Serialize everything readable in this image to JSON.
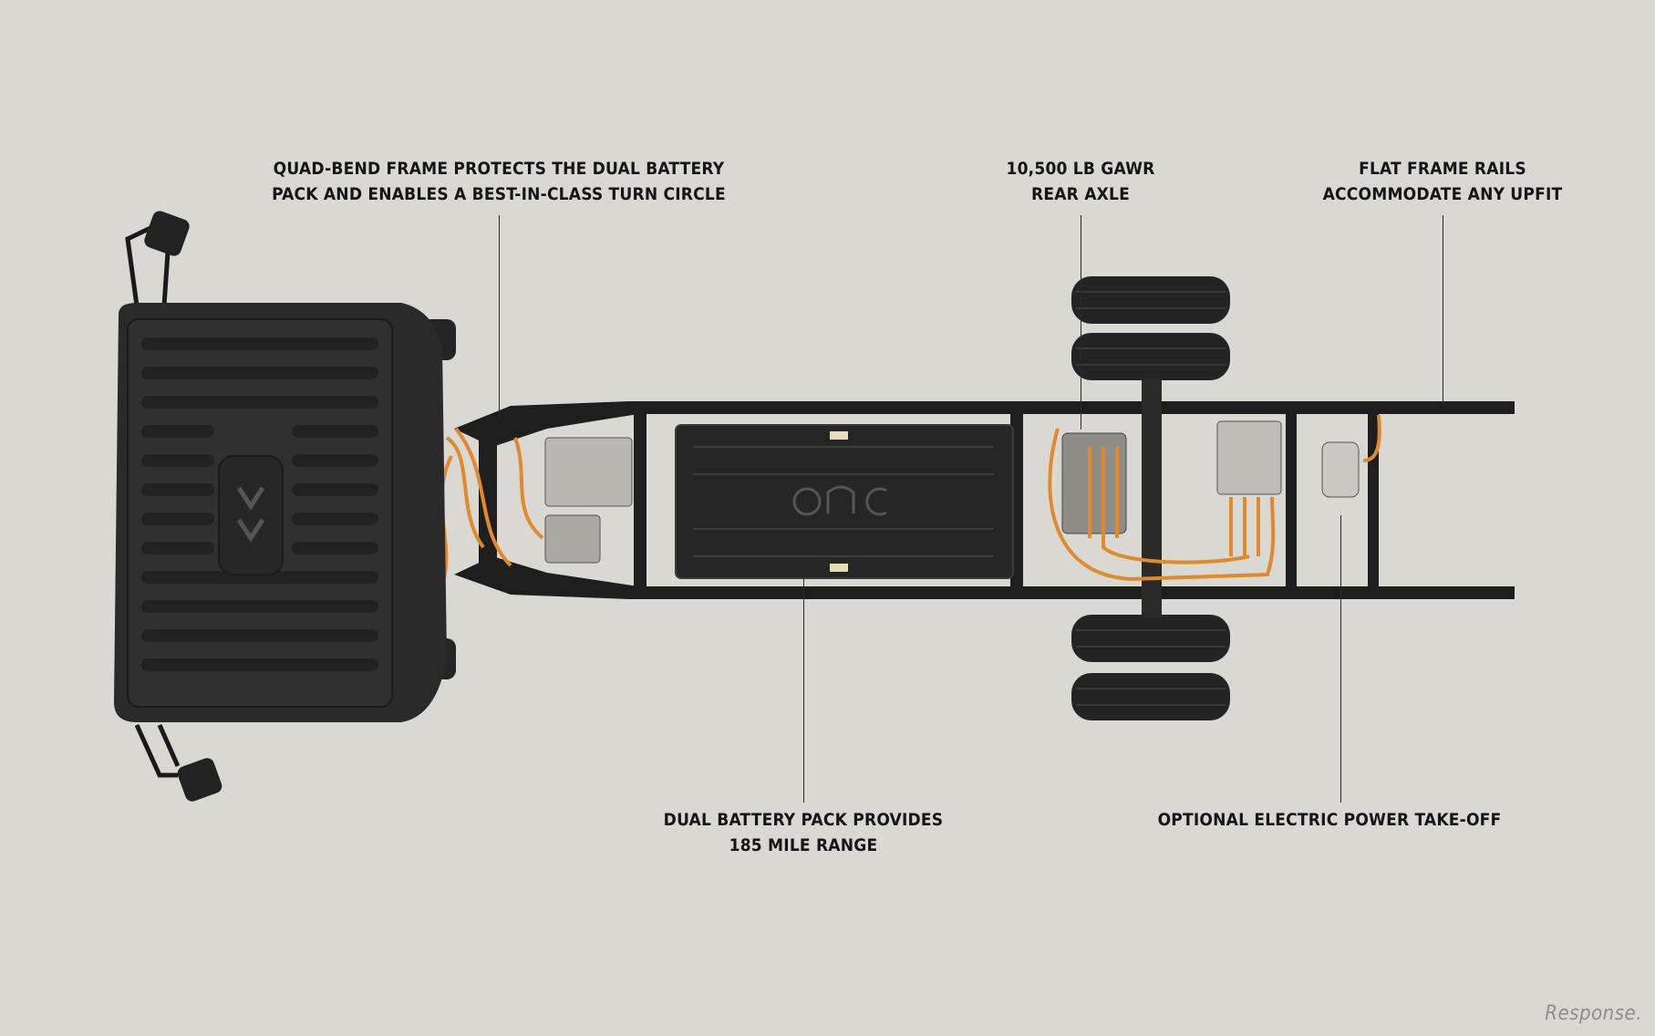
{
  "callouts": {
    "frame": {
      "line1": "QUAD-BEND FRAME PROTECTS THE DUAL BATTERY",
      "line2": "PACK AND ENABLES A BEST-IN-CLASS TURN CIRCLE"
    },
    "axle": {
      "line1": "10,500 LB GAWR",
      "line2": "REAR AXLE"
    },
    "rails": {
      "line1": "FLAT FRAME RAILS",
      "line2": "ACCOMMODATE ANY UPFIT"
    },
    "battery": {
      "line1": "DUAL BATTERY PACK PROVIDES",
      "line2": "185 MILE RANGE"
    },
    "pto": {
      "line1": "OPTIONAL ELECTRIC POWER TAKE-OFF"
    }
  },
  "watermark": "Response.",
  "colors": {
    "background": "#d9d8d3",
    "chassis": "#1c1c1c",
    "cable": "#e08a2c",
    "text": "#161616"
  }
}
